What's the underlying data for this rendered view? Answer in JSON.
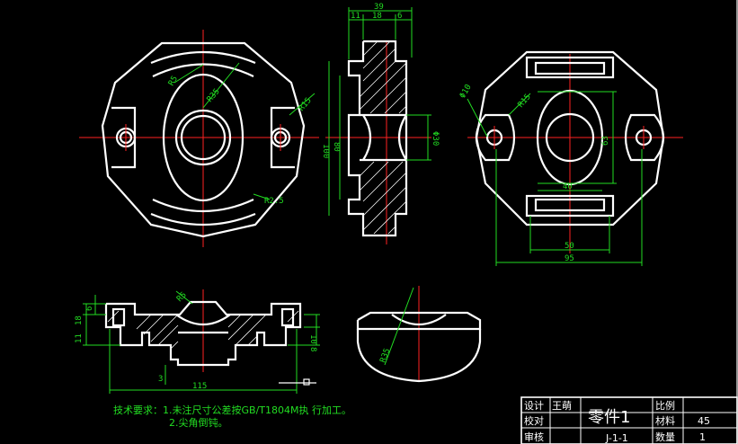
{
  "dimensions": {
    "view2_top": [
      "39",
      "11",
      "18",
      "6"
    ],
    "view2_height": [
      "100",
      "80"
    ],
    "view2_dia": "Φ30",
    "view1_radii": [
      "R5",
      "R35",
      "R15"
    ],
    "view1_r": "R2.5",
    "view3_dia": "Φ10",
    "view3_r": "R15",
    "view3_widths": [
      "40",
      "50",
      "95"
    ],
    "view3_height": "63",
    "view4_left": [
      "18",
      "6",
      "11"
    ],
    "view4_right": [
      "10",
      "8"
    ],
    "view4_r": "R5",
    "view4_bottom": [
      "3",
      "115"
    ],
    "view5_r": "R35"
  },
  "notes": {
    "line1": "技术要求：1.未注尺寸公差按GB/T1804M执 行加工。",
    "line2": "2.尖角倒钝。"
  },
  "title_block": {
    "design_label": "设计",
    "designer": "王萌",
    "check_label": "校对",
    "review_label": "审核",
    "part_name": "零件1",
    "scale_label": "比例",
    "material_label": "材料",
    "material_value": "45",
    "quantity_label": "数量",
    "quantity_value": "1",
    "drawing_no": "J-1-1"
  },
  "colors": {
    "background": "#000000",
    "outline": "#ffffff",
    "centerline": "#ff2222",
    "dimension": "#22dd22"
  }
}
